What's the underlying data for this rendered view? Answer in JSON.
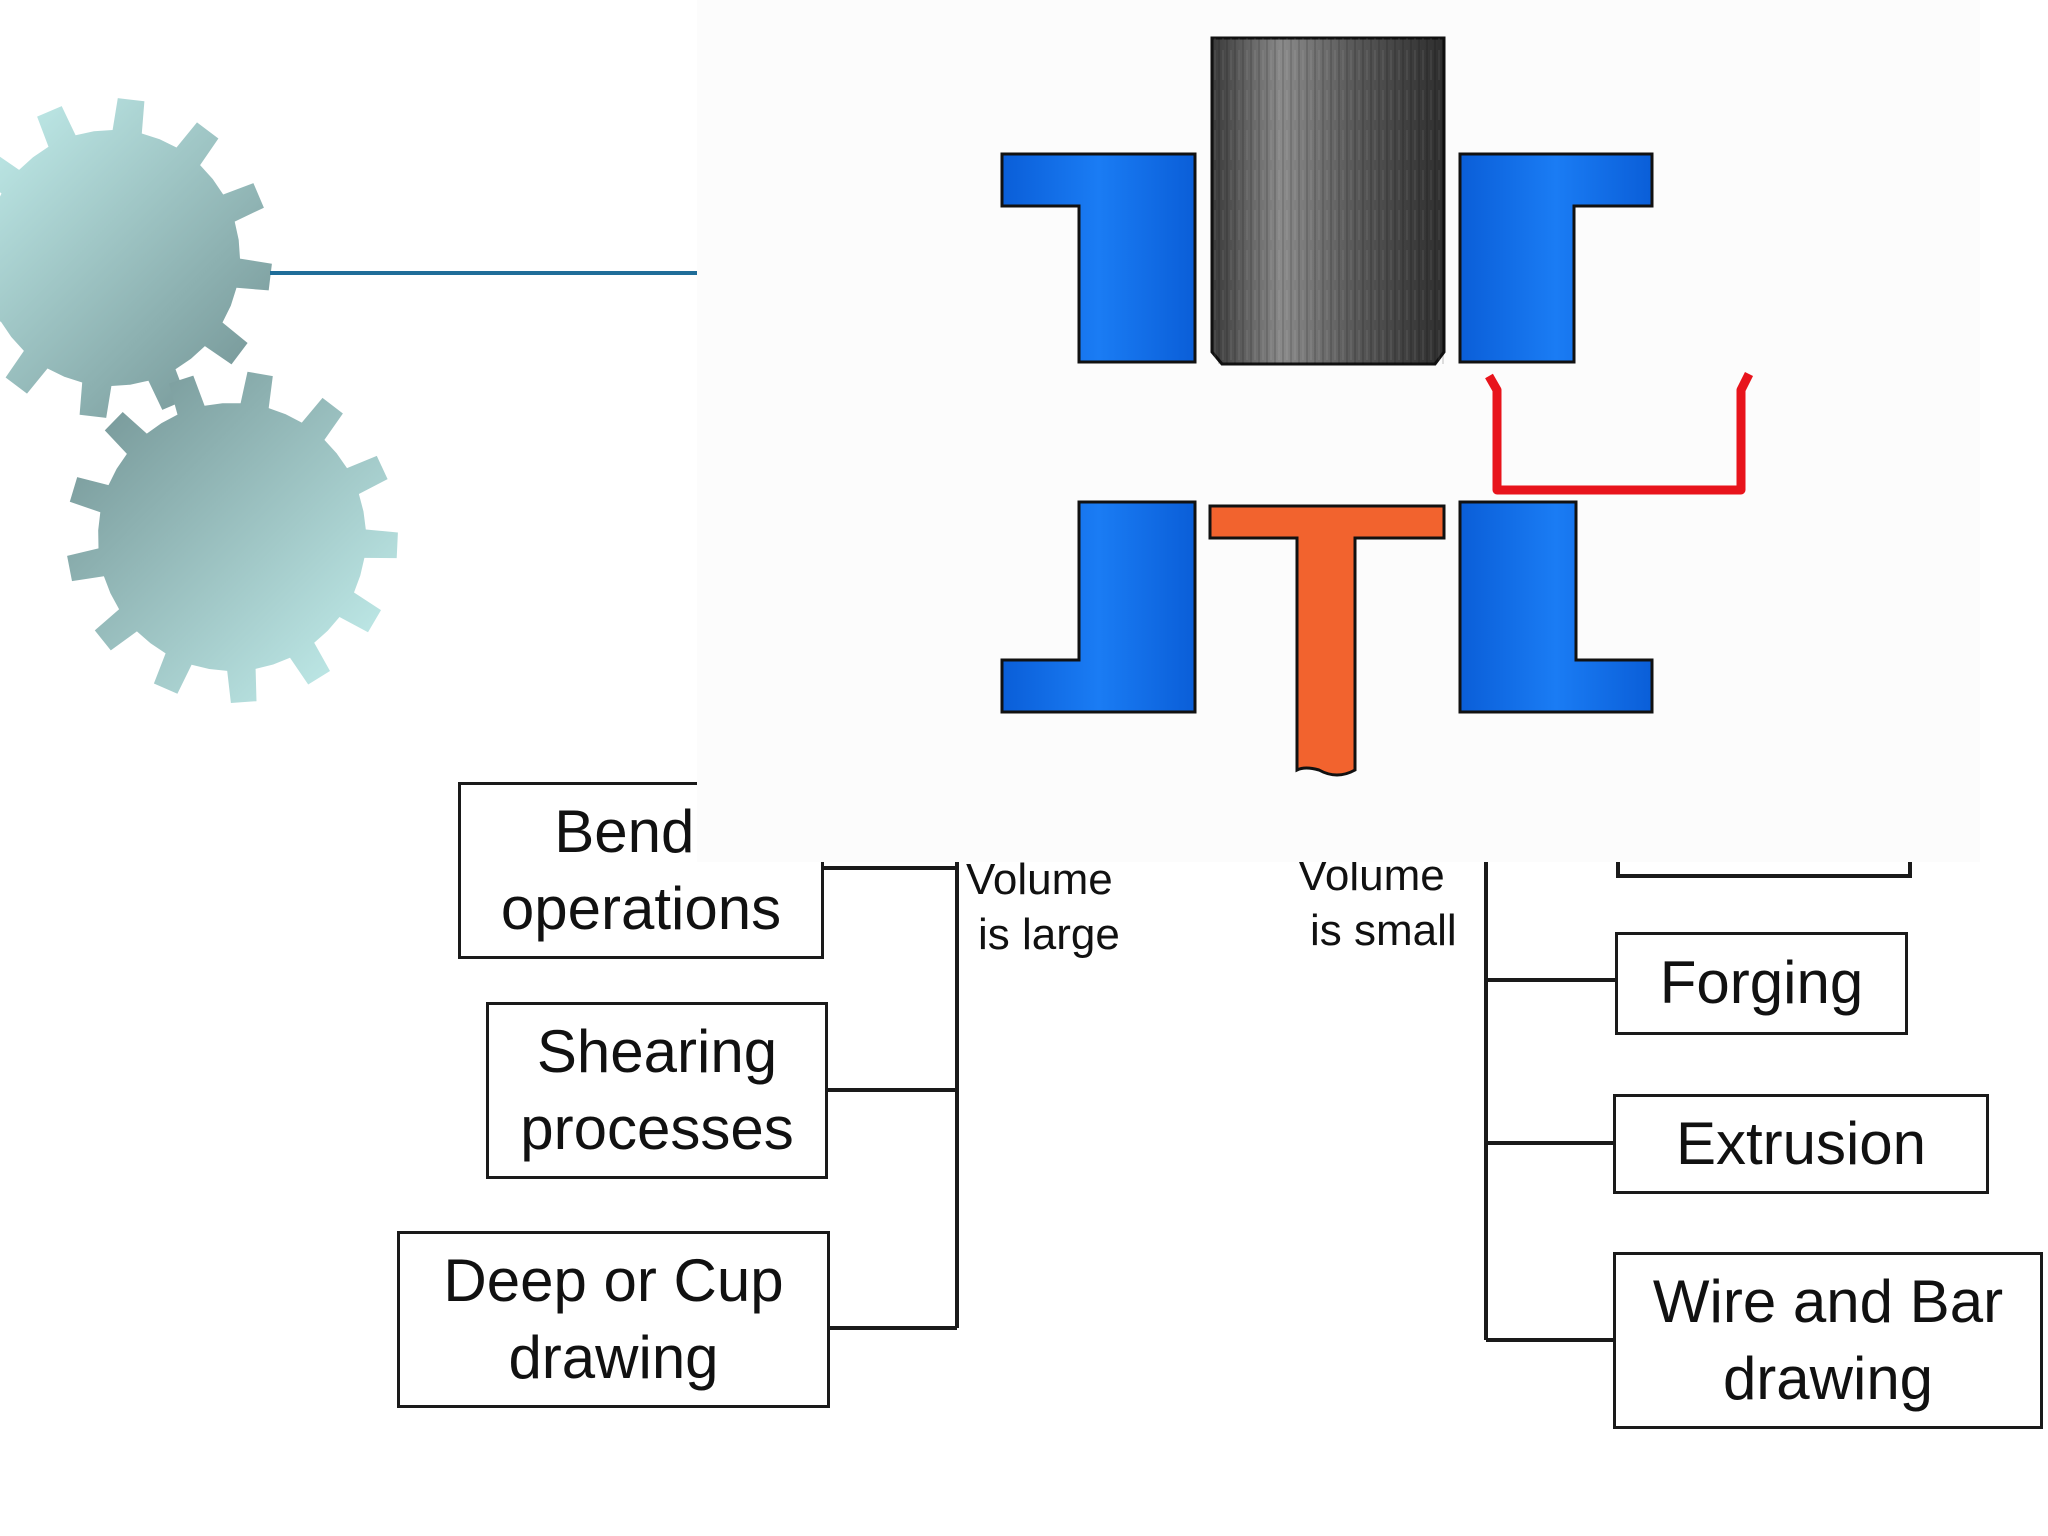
{
  "colors": {
    "gear_light": "#c8f4f2",
    "gear_dark": "#6f8f90",
    "title_rule": "#1f6d99",
    "die_blue": "#1273f0",
    "punch_gray": "#6b6b6b",
    "stem_orange": "#f2632e",
    "part_red": "#e8141c"
  },
  "decor": {
    "gear_icon": "gear-icon",
    "press_icon": "forming-die-icon"
  },
  "left_branch": {
    "label_line1": "Volume",
    "label_line2": "is large",
    "items": [
      {
        "line1": "Bendir",
        "line2": "operations"
      },
      {
        "line1": "Shearing",
        "line2": "processes"
      },
      {
        "line1": "Deep or Cup",
        "line2": "drawing"
      }
    ]
  },
  "right_branch": {
    "label_line1": "Volume",
    "label_line2": "is small",
    "items": [
      {
        "line1": "Forging"
      },
      {
        "line1": "Extrusion"
      },
      {
        "line1": "Wire and Bar",
        "line2": "drawing"
      }
    ]
  }
}
